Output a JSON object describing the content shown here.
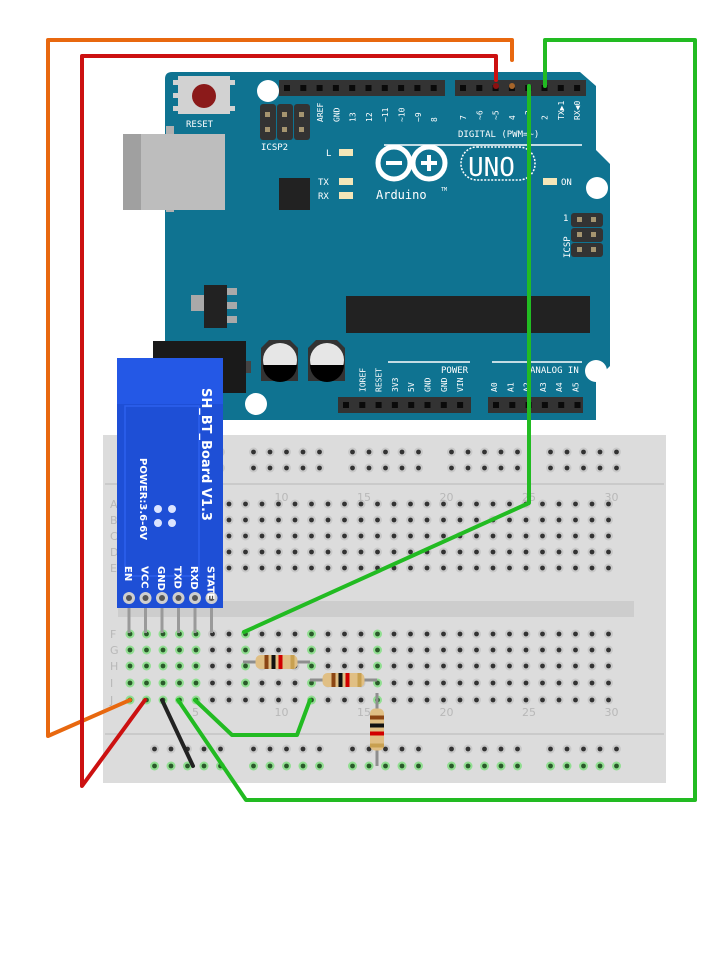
{
  "diagram": {
    "title": "Arduino UNO + SH_BT_Board Bluetooth module breadboard wiring",
    "arduino": {
      "model_label": "UNO",
      "brand_label": "Arduino",
      "trademark": "TM",
      "reset_label": "RESET",
      "icsp2_label": "ICSP2",
      "icsp_label": "ICSP",
      "icsp_pin1": "1",
      "led_labels": {
        "l": "L",
        "tx": "TX",
        "rx": "RX",
        "on": "ON"
      },
      "digital_header_label": "DIGITAL (PWM=~)",
      "digital_pins": [
        "AREF",
        "GND",
        "13",
        "12",
        "~11",
        "~10",
        "~9",
        "8",
        "7",
        "~6",
        "~5",
        "4",
        "~3",
        "2",
        "TX▶1",
        "RX◀0"
      ],
      "power_header_label": "POWER",
      "power_pins": [
        "IOREF",
        "RESET",
        "3V3",
        "5V",
        "GND",
        "GND",
        "VIN"
      ],
      "analog_header_label": "ANALOG IN",
      "analog_pins": [
        "A0",
        "A1",
        "A2",
        "A3",
        "A4",
        "A5"
      ],
      "colors": {
        "board": "#0f7391",
        "header": "#333333",
        "silk": "#ffffff",
        "reset_button": "#8b1a1a"
      }
    },
    "bluetooth_module": {
      "name_label": "SH_BT_Board  V1.3",
      "power_label": "POWER:3.6-6V",
      "pins": [
        "EN",
        "VCC",
        "GND",
        "TXD",
        "RXD",
        "STATE"
      ],
      "color": "#1e4fd6"
    },
    "breadboard": {
      "columns": 30,
      "column_labels": [
        "5",
        "10",
        "15",
        "20",
        "25",
        "30"
      ],
      "row_labels_bottom": [
        "F",
        "G",
        "H",
        "I",
        "J"
      ],
      "row_labels_top": [
        "A",
        "B",
        "C",
        "D",
        "E"
      ],
      "color": "#dcdcdc",
      "hole_color": "#333333",
      "active_hole_color": "#5fe05f"
    },
    "resistors": [
      {
        "id": "R1",
        "bands": [
          "#8b4513",
          "#111111",
          "#d10000",
          "#c8a050"
        ],
        "orientation": "horizontal"
      },
      {
        "id": "R2",
        "bands": [
          "#8b4513",
          "#111111",
          "#d10000",
          "#c8a050"
        ],
        "orientation": "horizontal"
      },
      {
        "id": "R3",
        "bands": [
          "#8b4513",
          "#111111",
          "#d10000",
          "#c8a050"
        ],
        "orientation": "vertical"
      }
    ],
    "wires": [
      {
        "id": "orange-wire",
        "from": "Arduino pin 4",
        "to": "BT EN row J",
        "color": "#e8680f"
      },
      {
        "id": "red-wire",
        "from": "Arduino pin 5",
        "to": "BT VCC row J",
        "color": "#cc1111"
      },
      {
        "id": "green-wire-d3",
        "from": "Arduino pin 3",
        "to": "breadboard F8",
        "color": "#22bb22"
      },
      {
        "id": "green-wire-d2",
        "from": "Arduino pin 2",
        "to": "BT TXD row J",
        "color": "#22bb22"
      },
      {
        "id": "black-wire",
        "from": "BT GND row J",
        "to": "GND rail",
        "color": "#222222"
      },
      {
        "id": "green-wire-rxd",
        "from": "BT RXD row J",
        "to": "J12",
        "color": "#22bb22"
      }
    ]
  }
}
